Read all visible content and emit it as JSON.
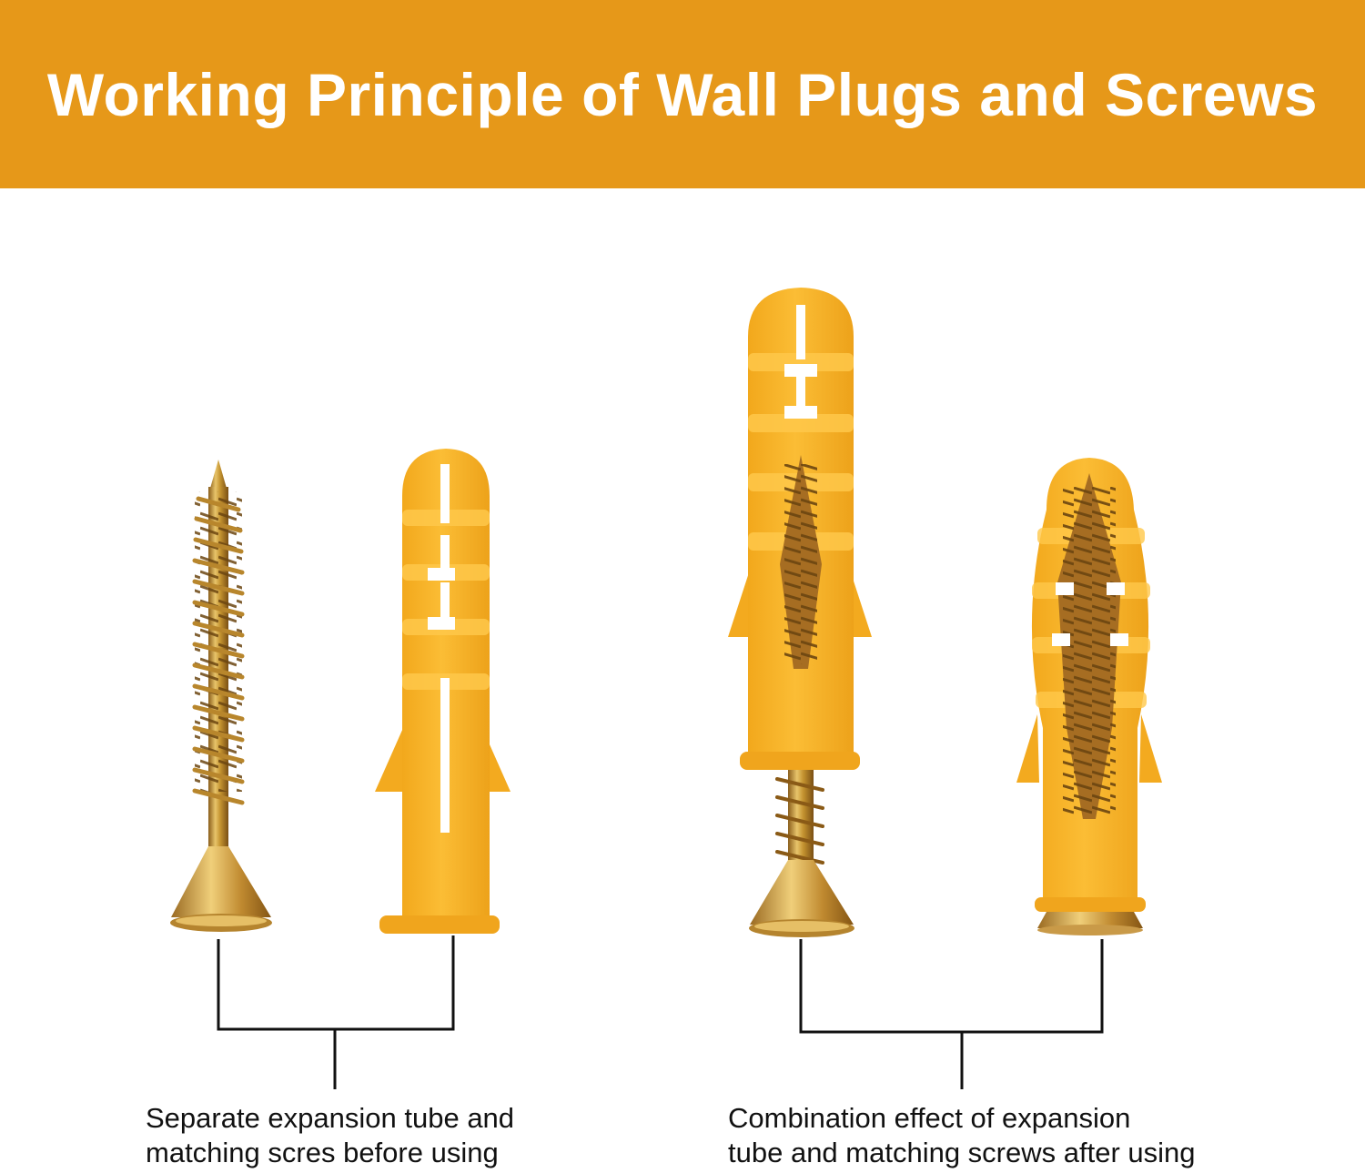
{
  "title": "Working Principle of Wall Plugs and Screws",
  "colors": {
    "banner": "#e69819",
    "plug": "#f8b325",
    "plug_shadow": "#e39a12",
    "screw": "#c69a3c",
    "bracket": "#111111"
  },
  "captions": {
    "left": {
      "line1": "Separate expansion tube and",
      "line2": "matching scres before using"
    },
    "right": {
      "line1": "Combination effect of expansion",
      "line2": "tube and matching screws after using"
    }
  },
  "icons": [
    "screw-icon",
    "wall-plug-icon",
    "plug-with-screw-icon",
    "expanded-plug-icon"
  ]
}
